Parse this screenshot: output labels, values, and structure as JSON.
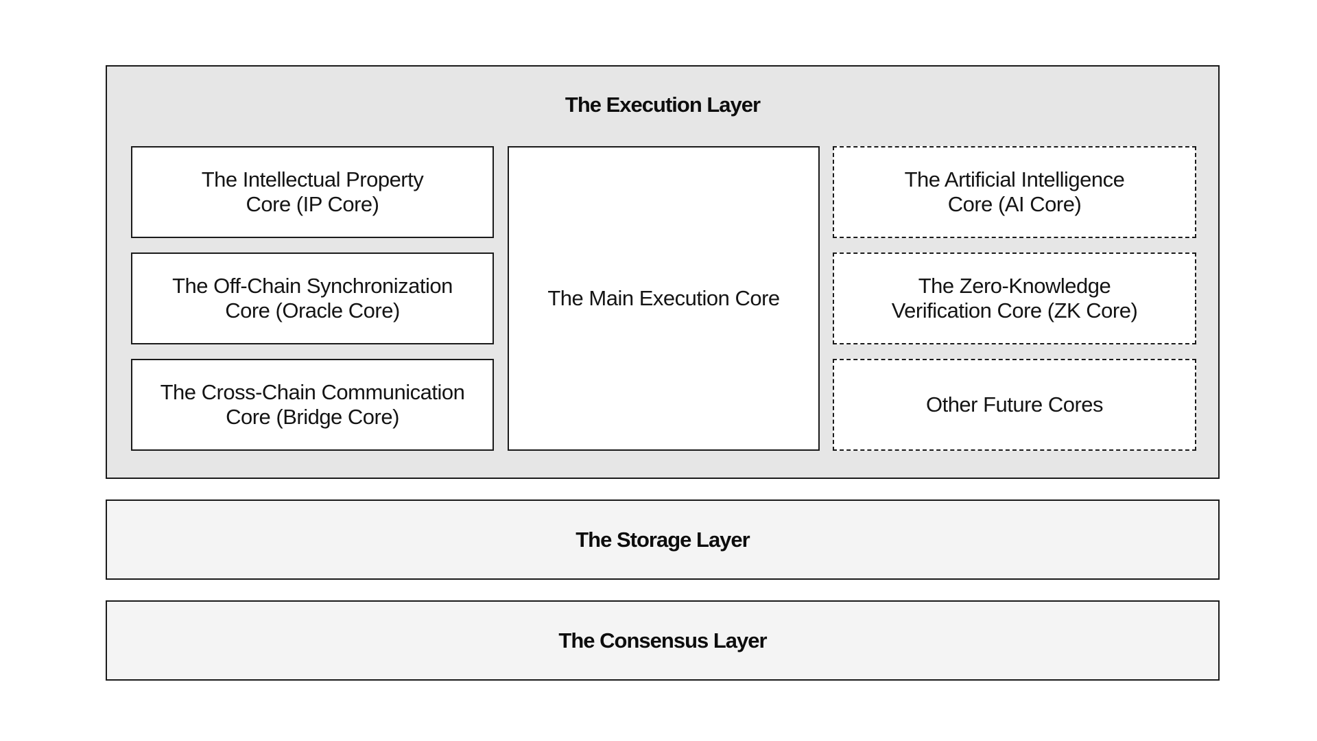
{
  "layers": {
    "execution": {
      "title": "The Execution Layer",
      "cores": {
        "ip": {
          "line1": "The Intellectual Property",
          "line2": "Core (IP Core)"
        },
        "oracle": {
          "line1": "The Off-Chain Synchronization",
          "line2": "Core (Oracle Core)"
        },
        "bridge": {
          "line1": "The Cross-Chain Communication",
          "line2": "Core (Bridge Core)"
        },
        "main": {
          "line1": "The Main Execution Core"
        },
        "ai": {
          "line1": "The Artificial Intelligence",
          "line2": "Core (AI Core)"
        },
        "zk": {
          "line1": "The Zero-Knowledge",
          "line2": "Verification Core (ZK Core)"
        },
        "future": {
          "line1": "Other Future Cores"
        }
      }
    },
    "storage": {
      "title": "The Storage Layer"
    },
    "consensus": {
      "title": "The Consensus Layer"
    }
  },
  "colors": {
    "execution_bg": "#e6e6e6",
    "sublayer_bg": "#f4f4f4",
    "core_bg": "#ffffff",
    "border": "#1a1a1a"
  },
  "border_styles": {
    "existing_cores": "solid",
    "future_cores": "dashed"
  }
}
